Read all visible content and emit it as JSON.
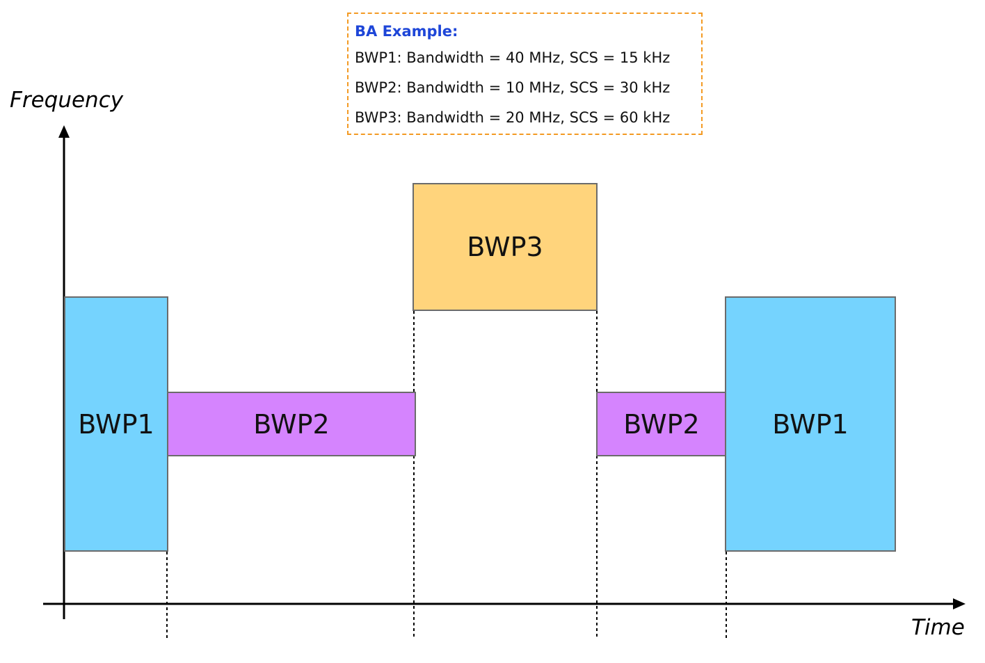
{
  "axes": {
    "y_label": "Frequency",
    "x_label": "Time"
  },
  "legend": {
    "title": "BA Example:",
    "lines": [
      "BWP1: Bandwidth = 40 MHz, SCS = 15 kHz",
      "BWP2: Bandwidth = 10 MHz, SCS = 30 kHz",
      "BWP3: Bandwidth = 20 MHz, SCS = 60 kHz"
    ]
  },
  "blocks": [
    {
      "label": "BWP1",
      "color": "#75d3fe"
    },
    {
      "label": "BWP2",
      "color": "#d584fe"
    },
    {
      "label": "BWP3",
      "color": "#ffd47c"
    },
    {
      "label": "BWP2",
      "color": "#d584fe"
    },
    {
      "label": "BWP1",
      "color": "#75d3fe"
    }
  ],
  "colors": {
    "legend_border": "#f39a23",
    "legend_title": "#1e46d8",
    "block_border": "#6b6b6b"
  }
}
